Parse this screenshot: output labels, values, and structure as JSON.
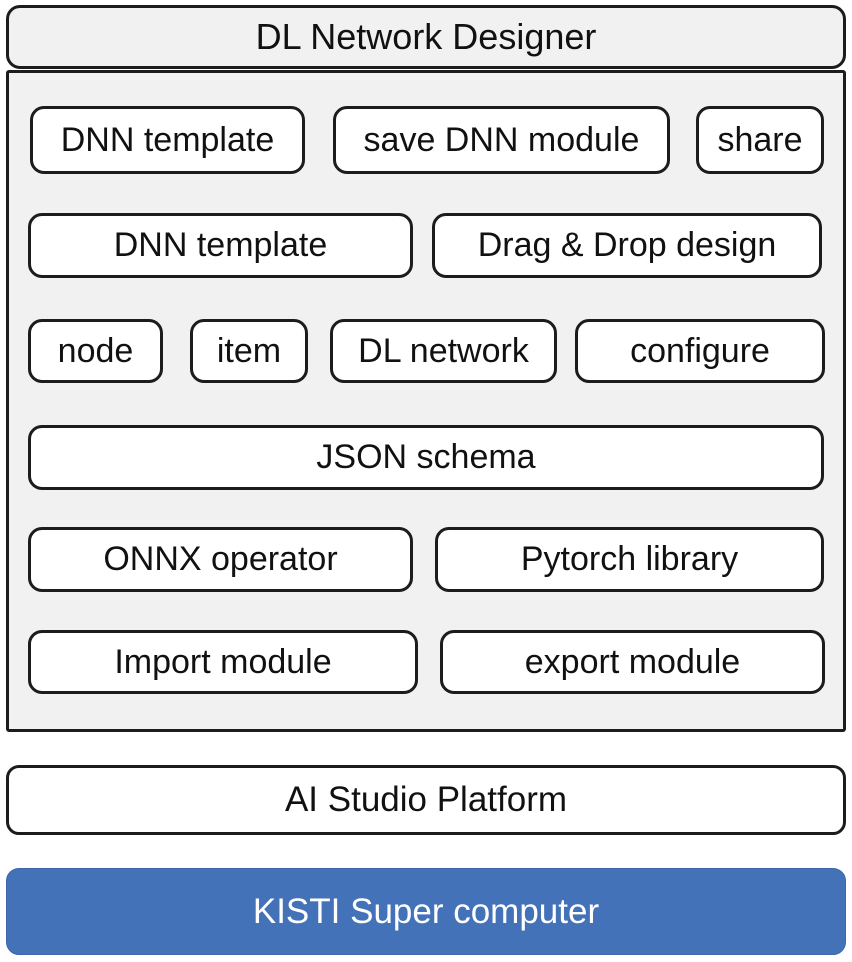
{
  "designer": {
    "title": "DL Network Designer",
    "boxes": {
      "dnn_template_1": "DNN template",
      "save_dnn_module": "save DNN module",
      "share": "share",
      "dnn_template_2": "DNN template",
      "drag_drop_design": "Drag & Drop design",
      "node": "node",
      "item": "item",
      "dl_network": "DL network",
      "configure": "configure",
      "json_schema": "JSON schema",
      "onnx_operator": "ONNX operator",
      "pytorch_library": "Pytorch library",
      "import_module": "Import module",
      "export_module": "export module"
    }
  },
  "platform": {
    "label": "AI Studio Platform"
  },
  "infrastructure": {
    "label": "KISTI Super computer"
  },
  "colors": {
    "container_bg": "#f1f1f1",
    "box_bg": "#ffffff",
    "border": "#1c1c1c",
    "accent_blue": "#4472b9",
    "accent_text": "#ffffff"
  }
}
